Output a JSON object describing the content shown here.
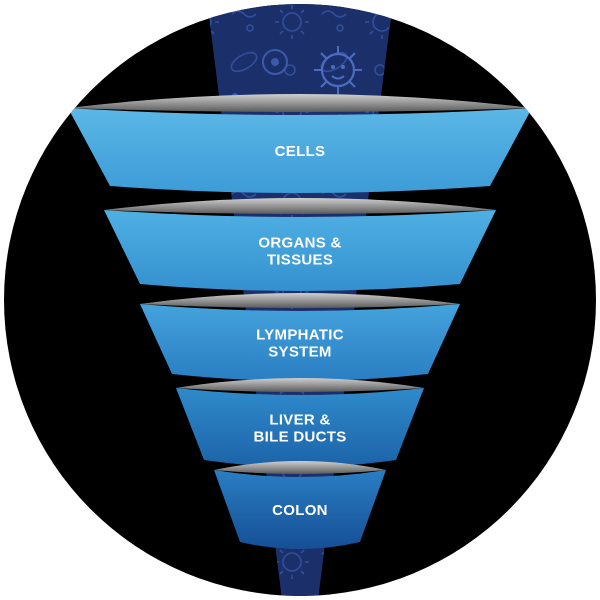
{
  "funnel": {
    "layers": [
      {
        "id": "cells",
        "lines": [
          "CELLS"
        ]
      },
      {
        "id": "organs-tissues",
        "lines": [
          "ORGANS &",
          "TISSUES"
        ]
      },
      {
        "id": "lymphatic-system",
        "lines": [
          "LYMPHATIC",
          "SYSTEM"
        ]
      },
      {
        "id": "liver-bile-ducts",
        "lines": [
          "LIVER &",
          "BILE DUCTS"
        ]
      },
      {
        "id": "colon",
        "lines": [
          "COLON"
        ]
      }
    ]
  },
  "colors": {
    "circle_background": "#000000",
    "core_column": "#1b2f6b",
    "core_pattern": "#3552a0",
    "rim_inner": "#6f6f6f",
    "band_gradients": [
      [
        "#5bb7e6",
        "#3d9bd7"
      ],
      [
        "#4fb0e3",
        "#3490cf"
      ],
      [
        "#44a3dc",
        "#2a7ec2"
      ],
      [
        "#2f8bcb",
        "#1c63a8"
      ],
      [
        "#2a7ec2",
        "#164f96"
      ]
    ]
  },
  "icons": [
    "virus-icon",
    "cell-icon",
    "bacteria-icon"
  ]
}
